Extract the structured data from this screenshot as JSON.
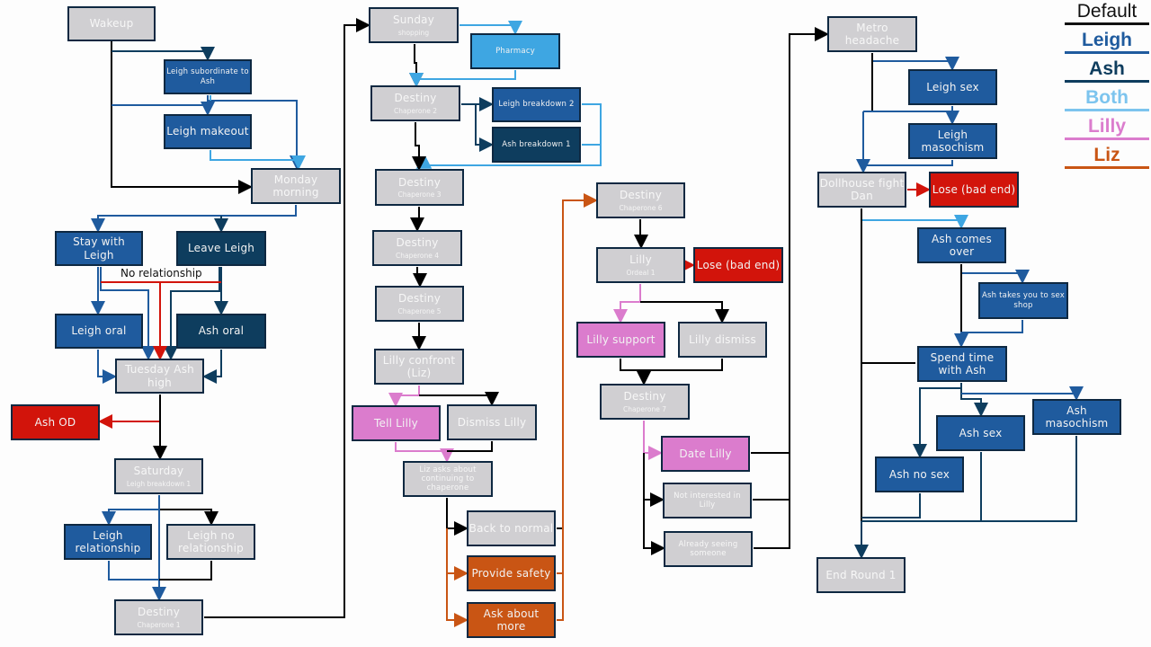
{
  "colors": {
    "default": "#000000",
    "leigh": "#1f5b9e",
    "ash": "#0e3d5e",
    "both": "#3ea6e2",
    "lilly": "#db7ccd",
    "liz": "#c95514",
    "bad": "#d2140b"
  },
  "legend": [
    {
      "label": "Default",
      "key": "default"
    },
    {
      "label": "Leigh",
      "key": "leigh"
    },
    {
      "label": "Ash",
      "key": "ash"
    },
    {
      "label": "Both",
      "key": "both"
    },
    {
      "label": "Lilly",
      "key": "lilly"
    },
    {
      "label": "Liz",
      "key": "liz"
    }
  ],
  "annotations": {
    "no_relationship": "No relationship"
  },
  "nodes": {
    "wakeup": {
      "title": "Wakeup",
      "type": "default"
    },
    "leigh_subordinate": {
      "title": "Leigh subordinate to Ash",
      "type": "leigh"
    },
    "leigh_makeout": {
      "title": "Leigh makeout",
      "type": "leigh"
    },
    "monday_morning": {
      "title": "Monday morning",
      "type": "default"
    },
    "stay_with_leigh": {
      "title": "Stay with Leigh",
      "type": "leigh"
    },
    "leave_leigh": {
      "title": "Leave Leigh",
      "type": "ash"
    },
    "leigh_oral": {
      "title": "Leigh oral",
      "type": "leigh"
    },
    "ash_oral": {
      "title": "Ash oral",
      "type": "ash"
    },
    "tuesday_ash_high": {
      "title": "Tuesday Ash high",
      "type": "default"
    },
    "ash_od": {
      "title": "Ash OD",
      "type": "bad"
    },
    "saturday": {
      "title": "Saturday",
      "subtitle": "Leigh breakdown 1",
      "type": "default"
    },
    "leigh_relationship": {
      "title": "Leigh relationship",
      "type": "leigh"
    },
    "leigh_no_relationship": {
      "title": "Leigh no relationship",
      "type": "default"
    },
    "destiny1": {
      "title": "Destiny",
      "subtitle": "Chaperone 1",
      "type": "default"
    },
    "sunday": {
      "title": "Sunday",
      "subtitle": "shopping",
      "type": "default"
    },
    "pharmacy": {
      "title": "Pharmacy",
      "type": "both"
    },
    "destiny2": {
      "title": "Destiny",
      "subtitle": "Chaperone 2",
      "type": "default"
    },
    "leigh_breakdown2": {
      "title": "Leigh breakdown 2",
      "type": "leigh"
    },
    "ash_breakdown1": {
      "title": "Ash breakdown 1",
      "type": "ash"
    },
    "destiny3": {
      "title": "Destiny",
      "subtitle": "Chaperone 3",
      "type": "default"
    },
    "destiny4": {
      "title": "Destiny",
      "subtitle": "Chaperone 4",
      "type": "default"
    },
    "destiny5": {
      "title": "Destiny",
      "subtitle": "Chaperone 5",
      "type": "default"
    },
    "lilly_confront": {
      "title": "Lilly confront (Liz)",
      "type": "default"
    },
    "tell_lilly": {
      "title": "Tell Lilly",
      "type": "lilly"
    },
    "dismiss_lilly": {
      "title": "Dismiss Lilly",
      "type": "default"
    },
    "liz_asks": {
      "title": "Liz asks about continuing to chaperone",
      "type": "default"
    },
    "back_to_normal": {
      "title": "Back to normal",
      "type": "default"
    },
    "provide_safety": {
      "title": "Provide safety",
      "type": "liz"
    },
    "ask_about_more": {
      "title": "Ask about more",
      "type": "liz"
    },
    "destiny6": {
      "title": "Destiny",
      "subtitle": "Chaperone 6",
      "type": "default"
    },
    "lilly_ordeal": {
      "title": "Lilly",
      "subtitle": "Ordeal 1",
      "type": "default"
    },
    "lose1": {
      "title": "Lose (bad end)",
      "type": "bad"
    },
    "lilly_support": {
      "title": "Lilly support",
      "type": "lilly"
    },
    "lilly_dismiss": {
      "title": "Lilly dismiss",
      "type": "default"
    },
    "destiny7": {
      "title": "Destiny",
      "subtitle": "Chaperone 7",
      "type": "default"
    },
    "date_lilly": {
      "title": "Date Lilly",
      "type": "lilly"
    },
    "not_interested": {
      "title": "Not interested in Lilly",
      "type": "default"
    },
    "already_seeing": {
      "title": "Already seeing someone",
      "type": "default"
    },
    "metro_headache": {
      "title": "Metro headache",
      "type": "default"
    },
    "leigh_sex": {
      "title": "Leigh sex",
      "type": "leigh"
    },
    "leigh_masochism": {
      "title": "Leigh masochism",
      "type": "leigh"
    },
    "dollhouse": {
      "title": "Dollhouse fight Dan",
      "type": "default"
    },
    "lose2": {
      "title": "Lose (bad end)",
      "type": "bad"
    },
    "ash_comes_over": {
      "title": "Ash comes over",
      "type": "leigh"
    },
    "ash_sex_shop": {
      "title": "Ash takes you to sex shop",
      "type": "leigh"
    },
    "spend_time_ash": {
      "title": "Spend time with Ash",
      "type": "leigh"
    },
    "ash_sex": {
      "title": "Ash sex",
      "type": "leigh"
    },
    "ash_masochism": {
      "title": "Ash masochism",
      "type": "leigh"
    },
    "ash_no_sex": {
      "title": "Ash no sex",
      "type": "leigh"
    },
    "end_round1": {
      "title": "End Round 1",
      "type": "default"
    }
  }
}
